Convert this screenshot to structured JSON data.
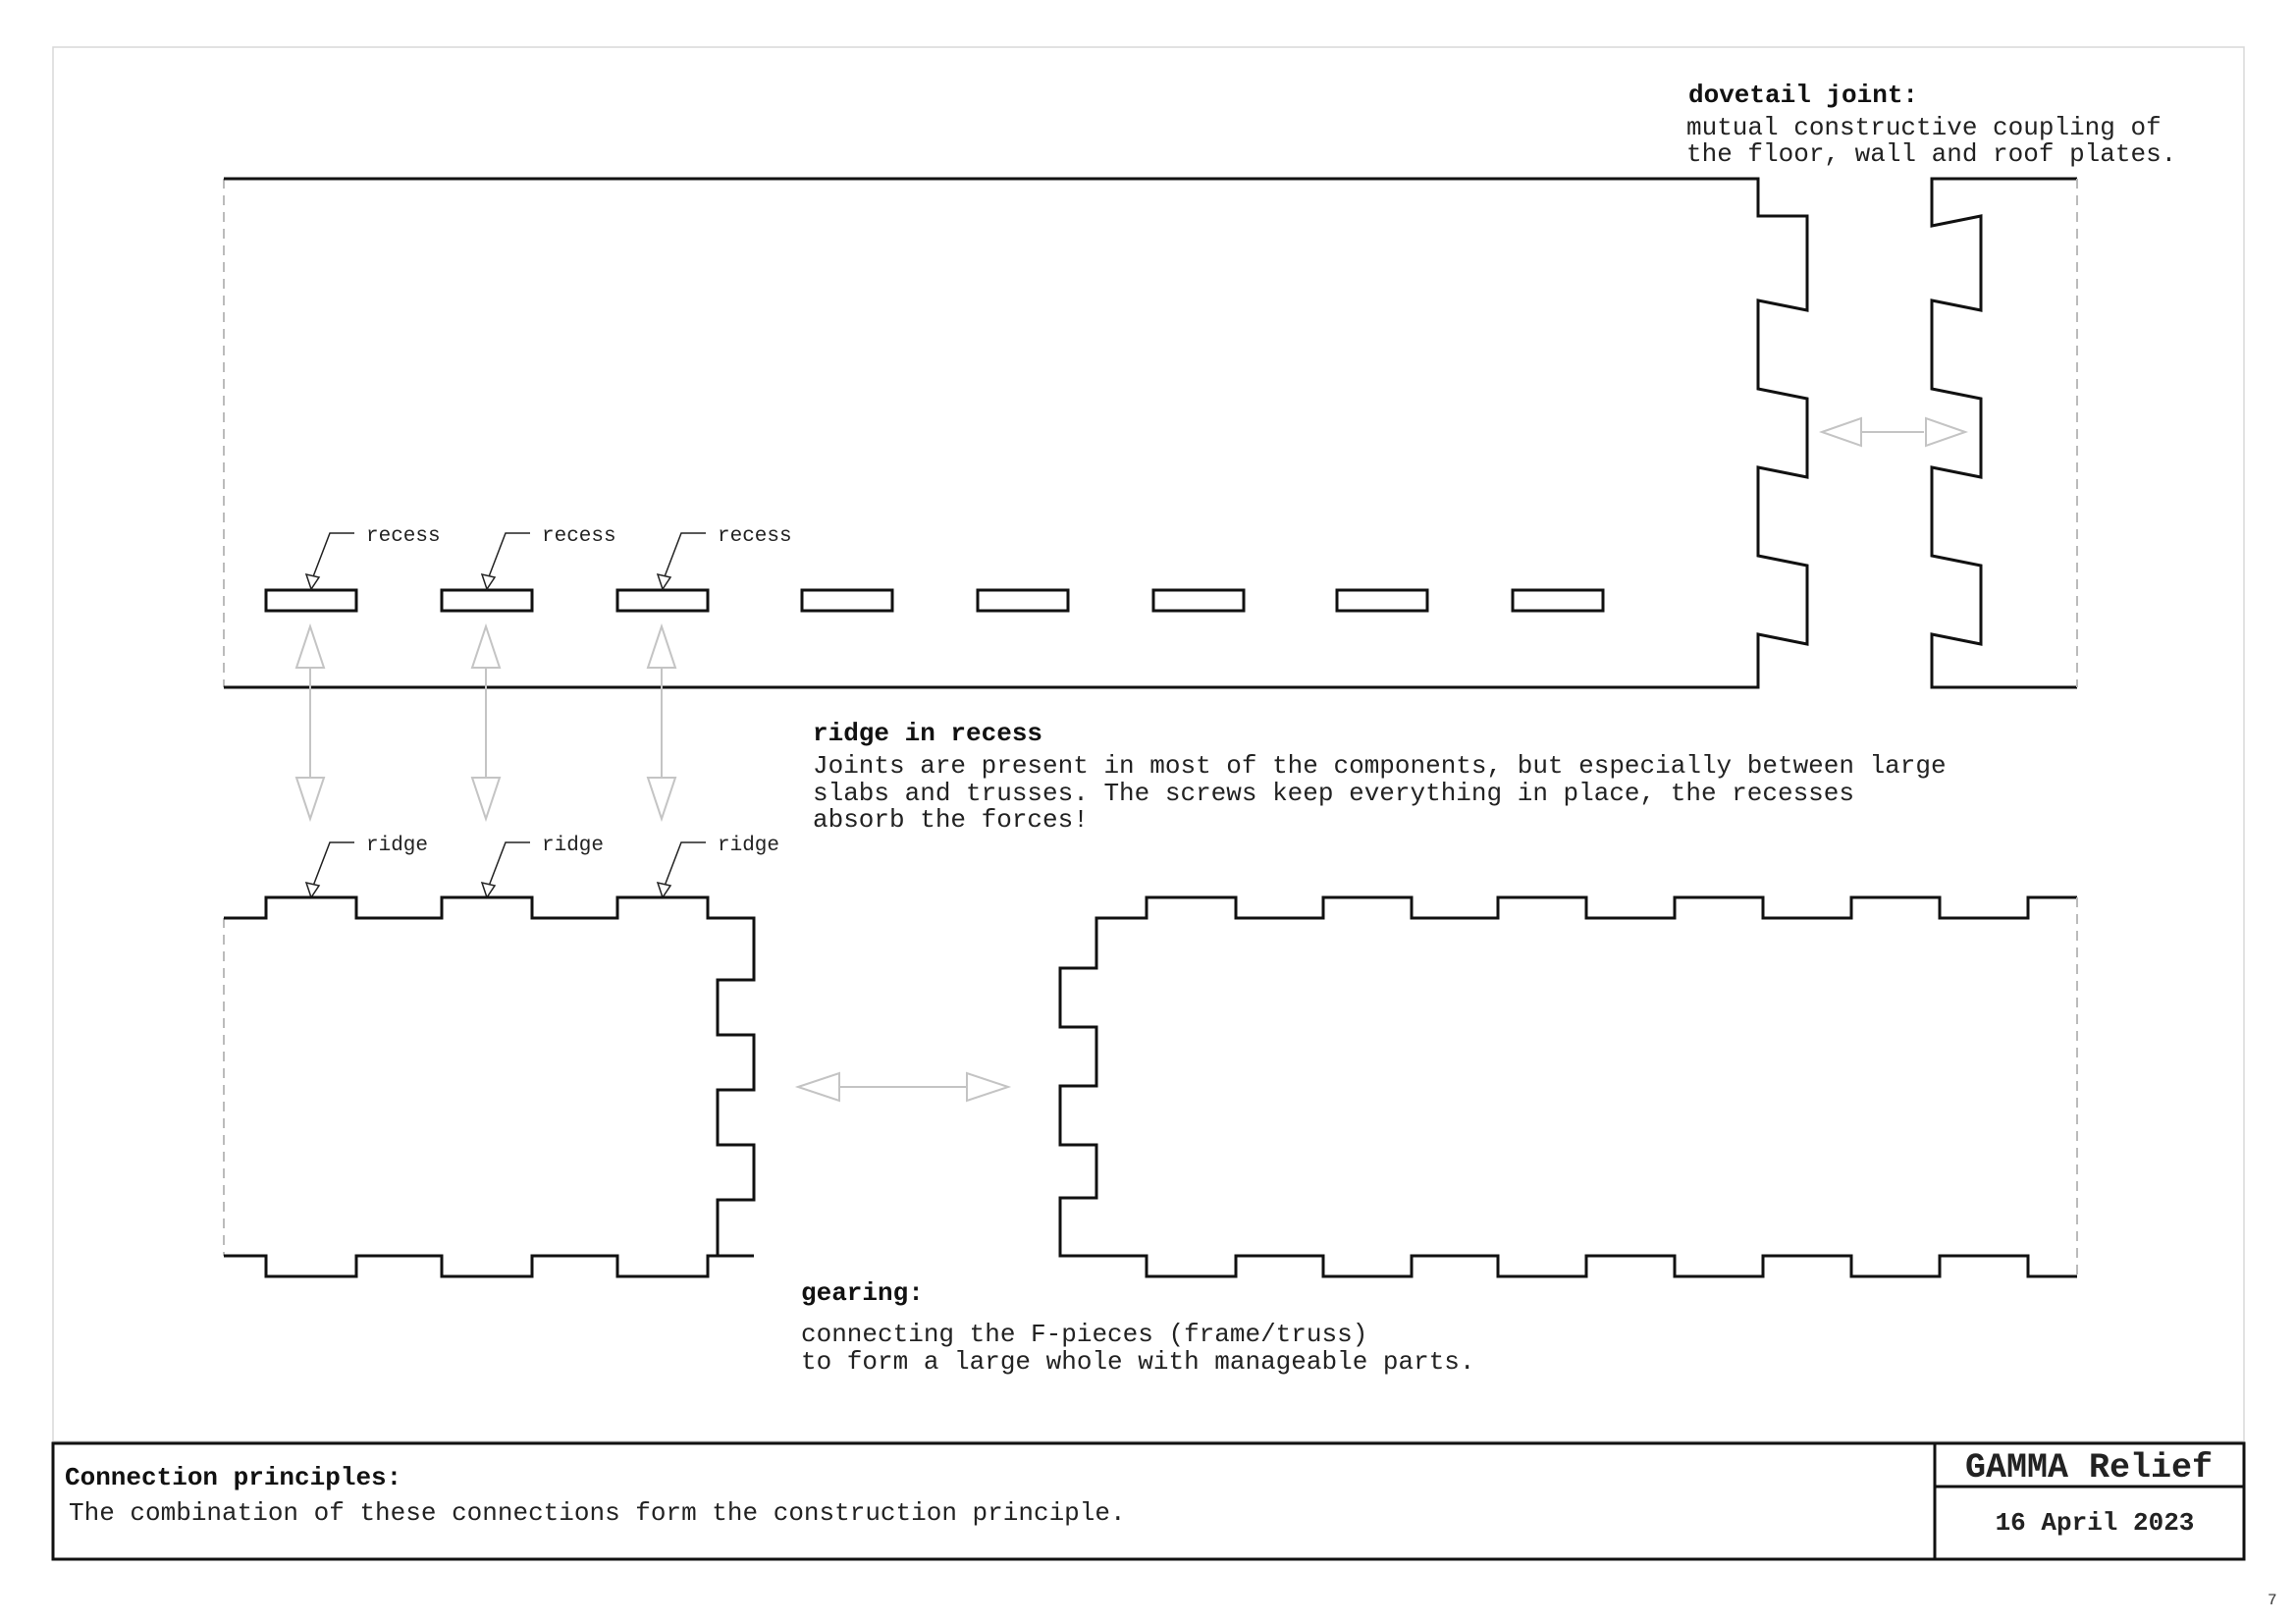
{
  "dovetail": {
    "heading": "dovetail joint:",
    "lines": [
      "mutual constructive coupling of",
      "the floor, wall and roof plates."
    ]
  },
  "ridge": {
    "heading": "ridge in recess",
    "lines": [
      "Joints are present in most of the components, but especially between large",
      "slabs and trusses. The screws keep everything in place, the recesses",
      "absorb the forces!"
    ]
  },
  "gearing": {
    "heading": "gearing:",
    "lines": [
      "connecting the F-pieces (frame/truss)",
      "to form a large whole with manageable parts."
    ]
  },
  "callouts": {
    "recess": [
      "recess",
      "recess",
      "recess"
    ],
    "ridge": [
      "ridge",
      "ridge",
      "ridge"
    ]
  },
  "title_block": {
    "heading": "Connection principles:",
    "description": "The combination of these connections form the construction principle.",
    "project": "GAMMA Relief",
    "date": "16 April 2023"
  },
  "page_number": "7"
}
